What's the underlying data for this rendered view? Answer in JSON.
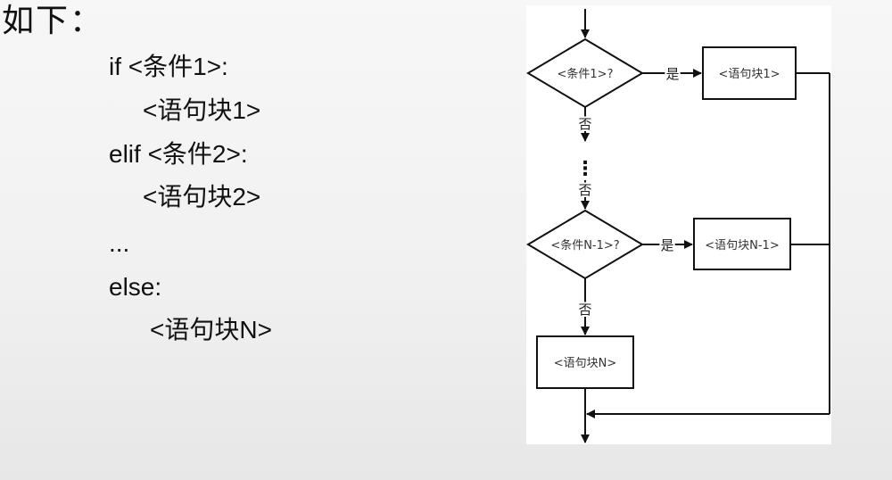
{
  "heading": "如下：",
  "code": {
    "line1": "if <条件1>:",
    "line2": "<语句块1>",
    "line3": "elif <条件2>:",
    "line4": "<语句块2>",
    "line5": "...",
    "line6": "else:",
    "line7": "<语句块N>"
  },
  "flowchart": {
    "condition_1": "<条件1>?",
    "condition_n1": "<条件N-1>?",
    "block_1": "<语句块1>",
    "block_n1": "<语句块N-1>",
    "block_n": "<语句块N>",
    "yes_label_1": "是",
    "yes_label_2": "是",
    "no_label_1": "否",
    "no_label_2": "否",
    "no_label_3": "否",
    "ellipsis": "⋮"
  }
}
